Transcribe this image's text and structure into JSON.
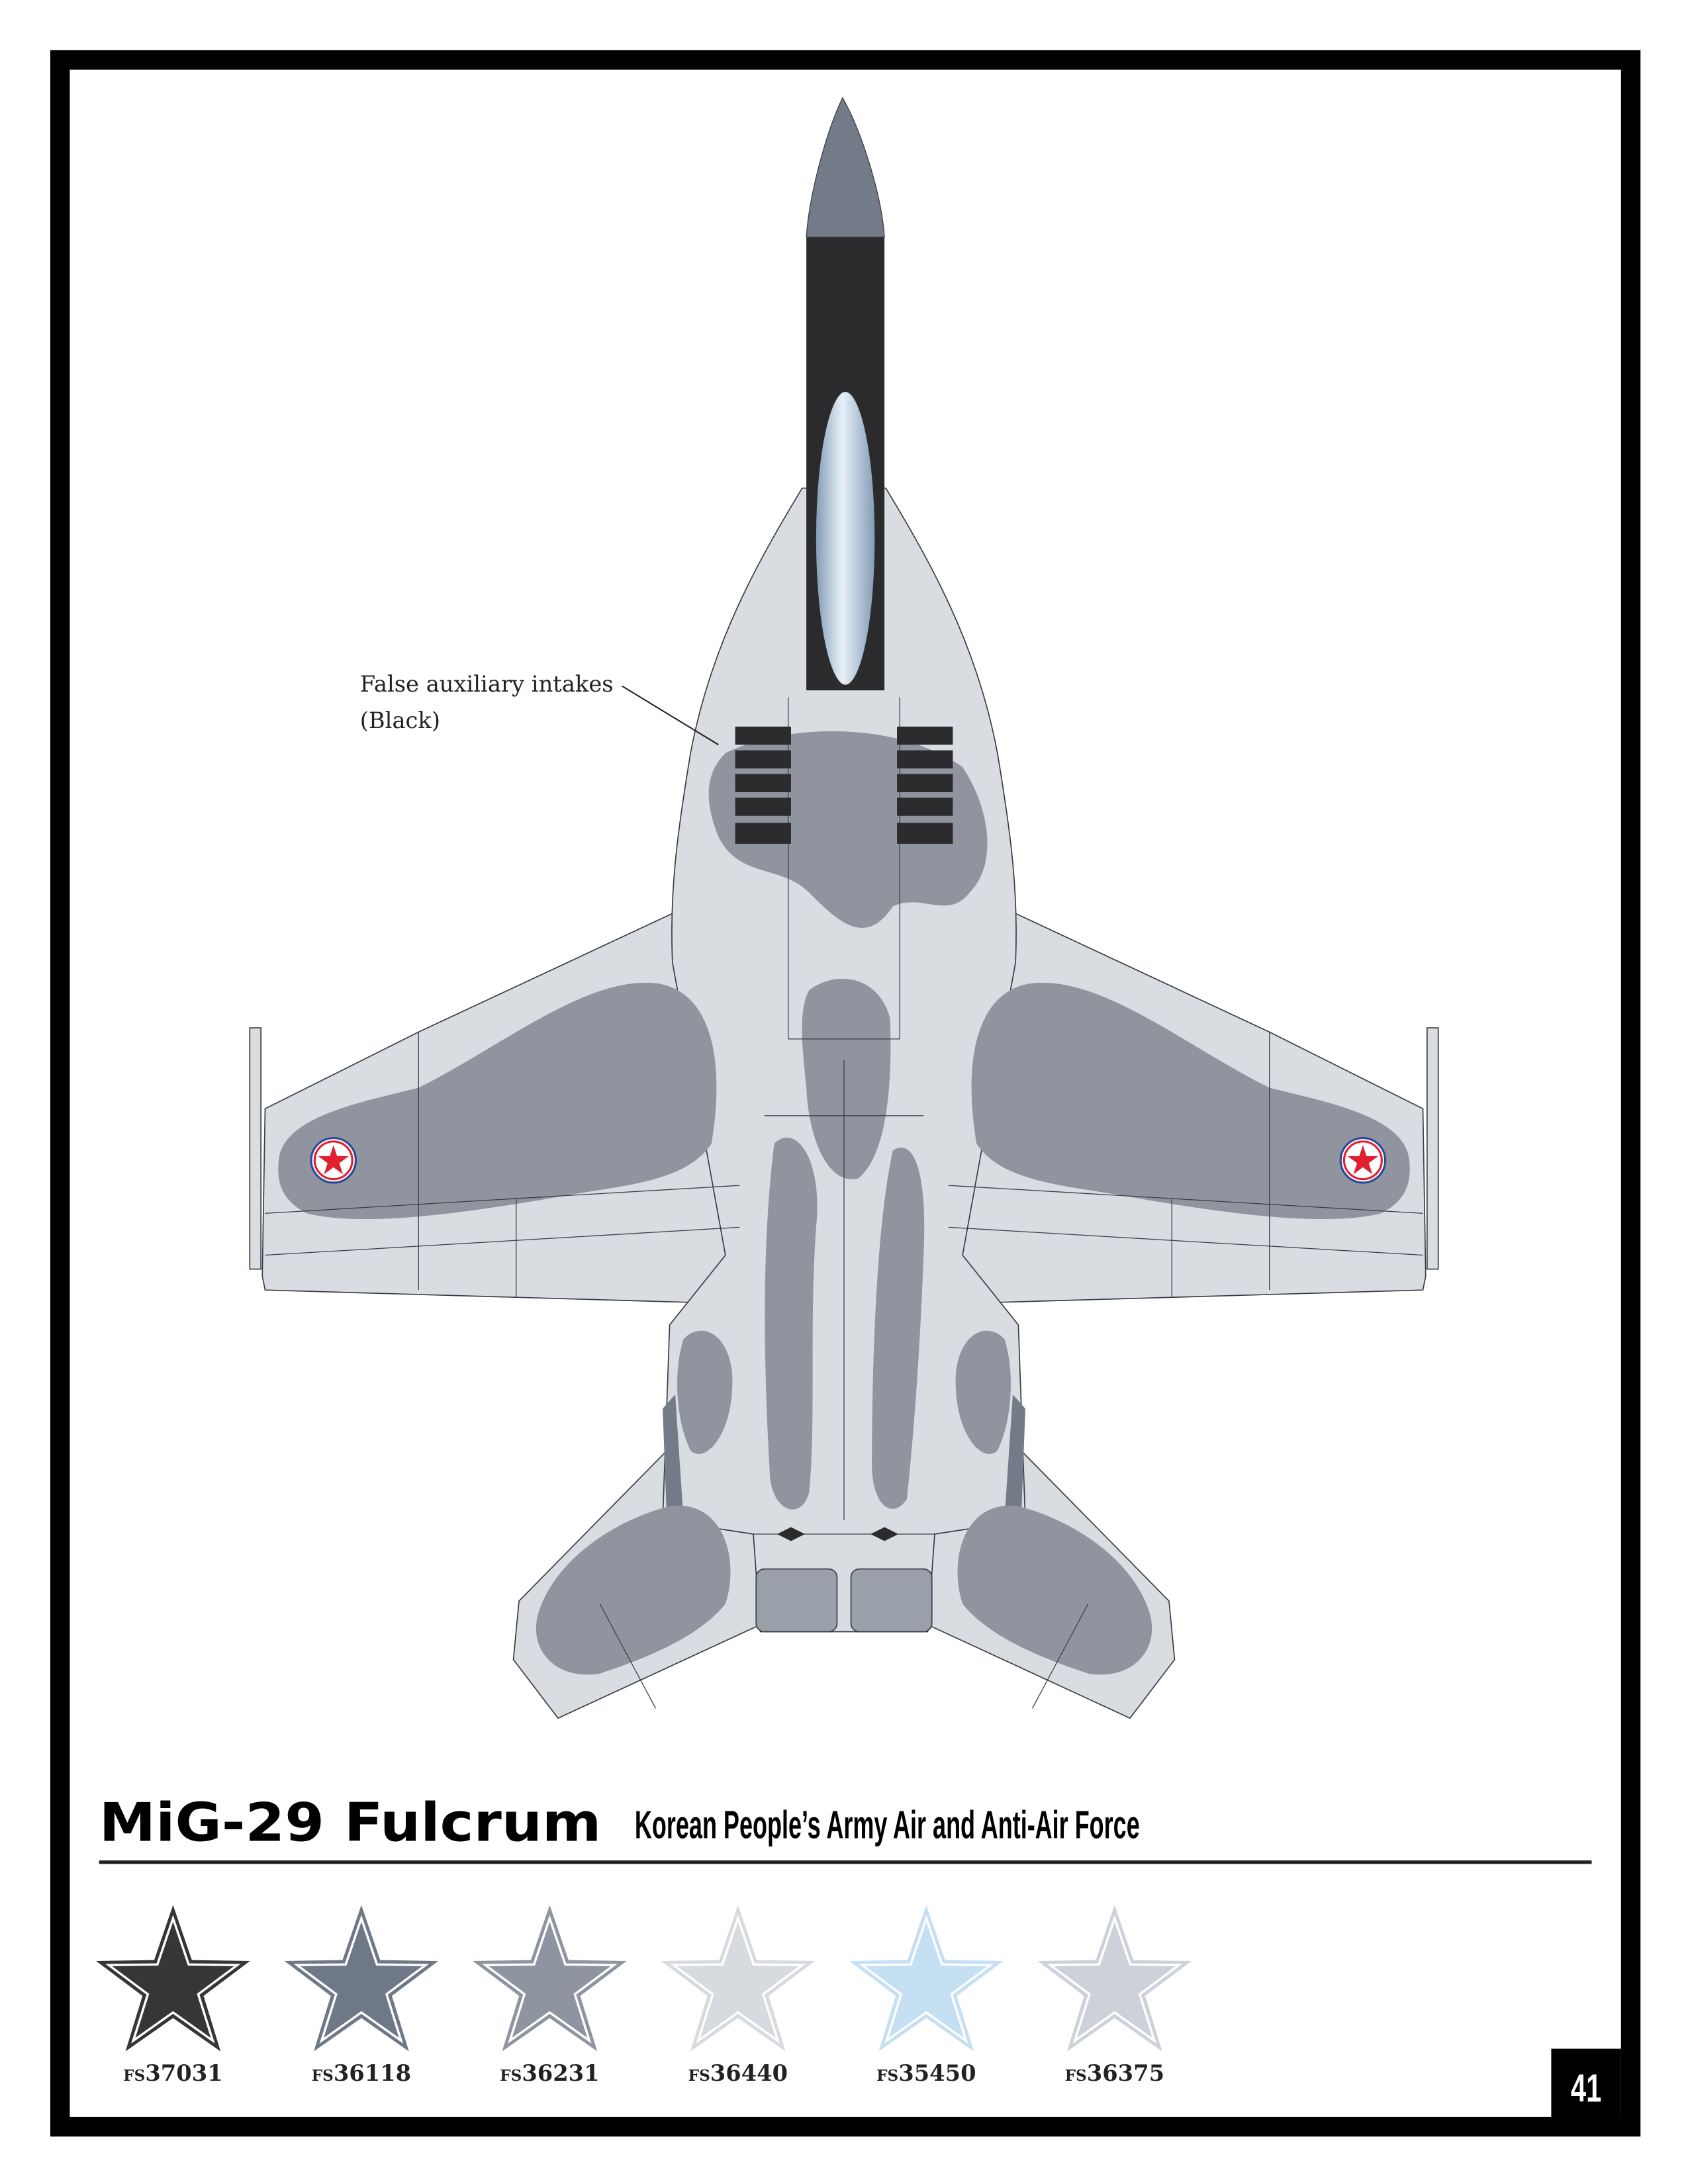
{
  "annotation": {
    "line1": "False auxiliary intakes",
    "line2": "(Black)"
  },
  "title": "MiG-29 Fulcrum",
  "subtitle": "Korean People’s Army Air and Anti-Air Force",
  "page_number": "41",
  "colors": {
    "fuselage_light": "#d9dce1",
    "camo_medium": "#8f949e",
    "nose_dark": "#737b88",
    "black": "#2b2b2d",
    "canopy": "#b8cfe3",
    "roundel_red": "#e0202e",
    "roundel_blue": "#2a4a9a"
  },
  "swatches": [
    {
      "prefix": "FS",
      "code": "37031",
      "color": "#363537"
    },
    {
      "prefix": "FS",
      "code": "36118",
      "color": "#6f7886"
    },
    {
      "prefix": "FS",
      "code": "36231",
      "color": "#8e95a0"
    },
    {
      "prefix": "FS",
      "code": "36440",
      "color": "#d7dade"
    },
    {
      "prefix": "FS",
      "code": "35450",
      "color": "#c5dff3"
    },
    {
      "prefix": "FS",
      "code": "36375",
      "color": "#cdd2da"
    }
  ]
}
